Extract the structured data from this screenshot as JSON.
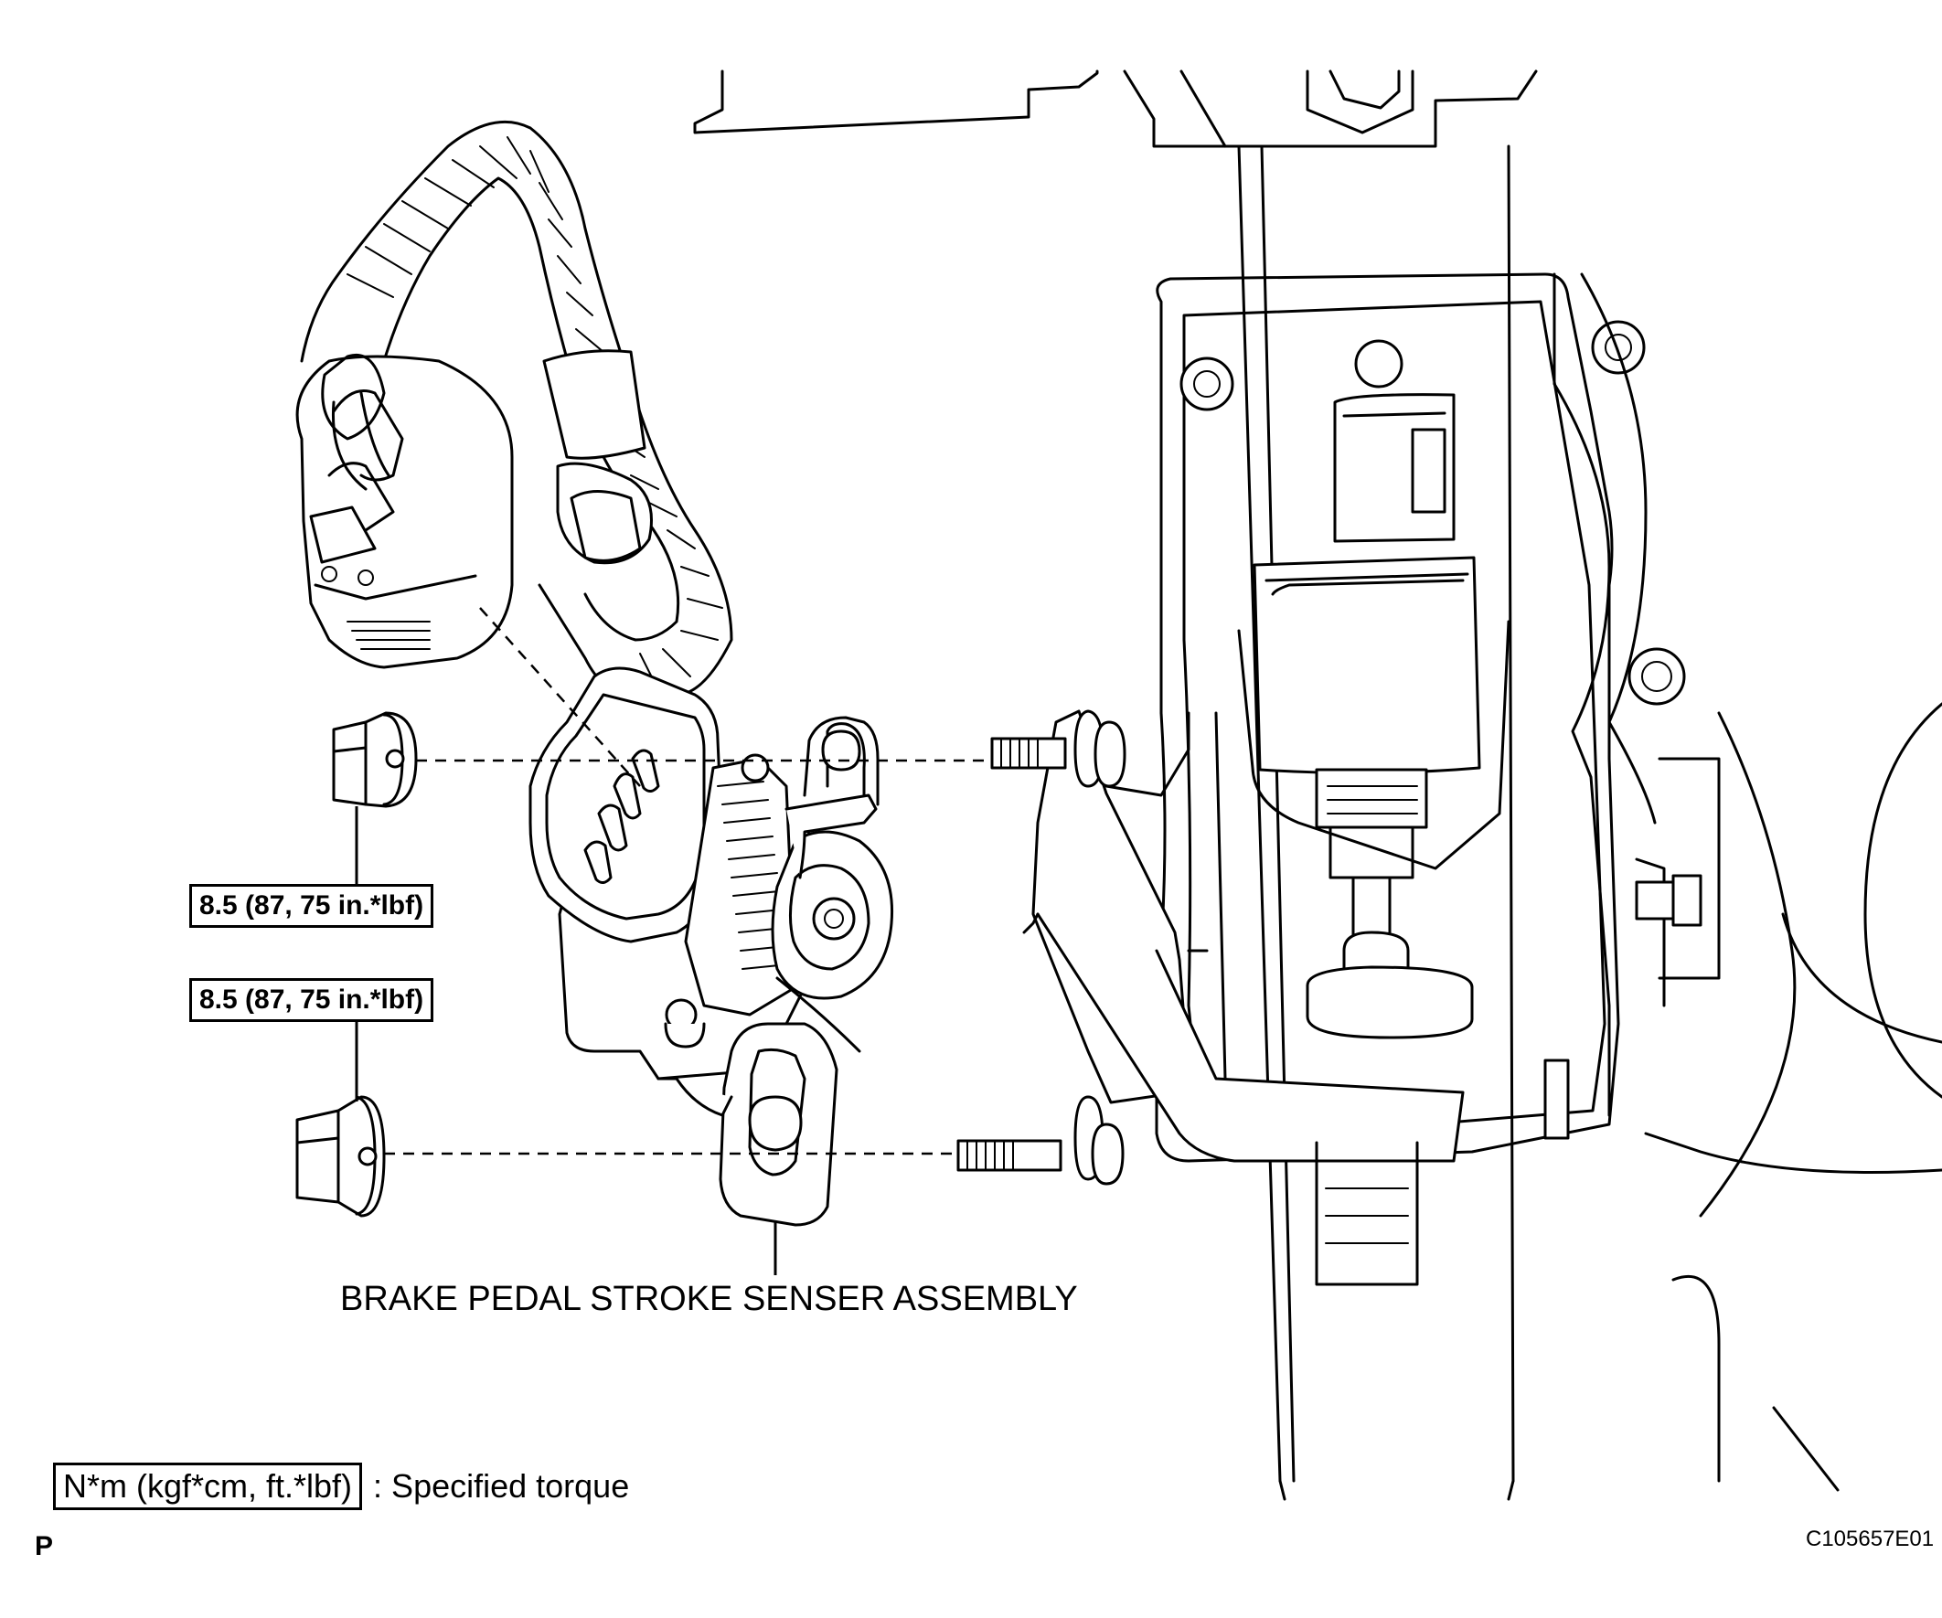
{
  "figure": {
    "part_label": "BRAKE PEDAL STROKE SENSER ASSEMBLY",
    "torque_upper": "8.5 (87, 75 in.*lbf)",
    "torque_lower": "8.5 (87, 75 in.*lbf)",
    "legend_unit": "N*m (kgf*cm, ft.*lbf)",
    "legend_text": ": Specified torque",
    "page_letter": "P",
    "figure_code": "C105657E01"
  }
}
